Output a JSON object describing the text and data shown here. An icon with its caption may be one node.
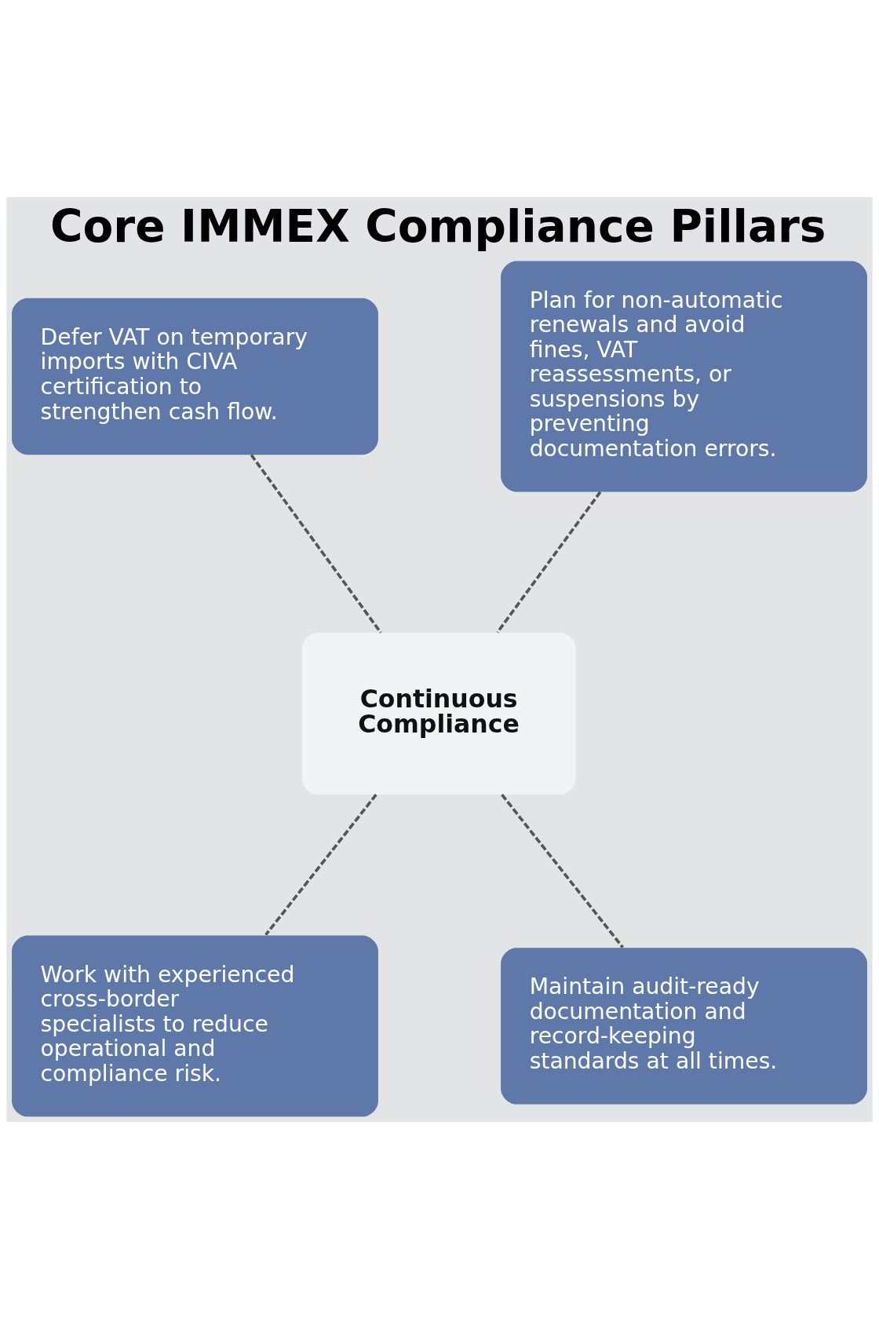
{
  "diagram": {
    "title": "Core IMMEX Compliance Pillars",
    "nodes": [
      {
        "text": [
          "Defer VAT on temporary imports with CIVA certification to strengthen cash flow."
        ]
      },
      {
        "text": [
          "Plan for non-automatic renewals and avoid fines, VAT reassessments, or suspensions by preventing documentation errors."
        ]
      },
      {
        "text": [
          "Continuous Compliance"
        ]
      },
      {
        "text": [
          "Work with experienced cross-border specialists to reduce operational and compliance risk."
        ]
      },
      {
        "text": [
          "Maintain audit-ready documentation and record-keeping standards at all times."
        ]
      }
    ],
    "edges": [
      {
        "from": 0,
        "to": 2,
        "arrow": "none",
        "style": "dashed"
      },
      {
        "from": 1,
        "to": 2,
        "arrow": "none",
        "style": "dashed"
      },
      {
        "from": 2,
        "to": 3,
        "arrow": "none",
        "style": "dashed"
      },
      {
        "from": 2,
        "to": 4,
        "arrow": "none",
        "style": "dashed"
      }
    ]
  }
}
